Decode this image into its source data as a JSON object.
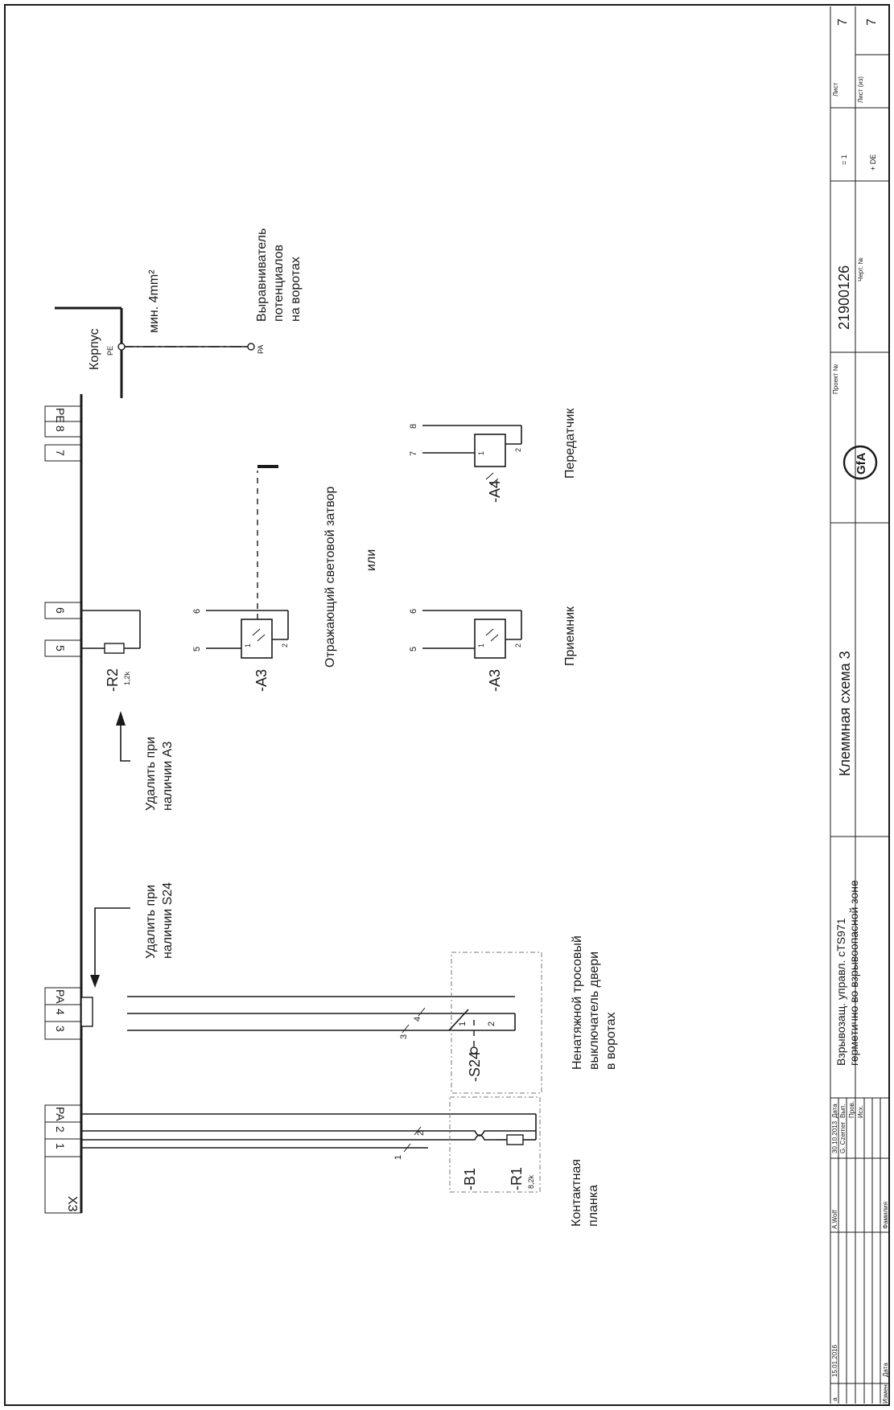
{
  "terminal_strip": {
    "name": "X3",
    "terminals": [
      "1",
      "2",
      "PA",
      "3",
      "4",
      "PA",
      "5",
      "6",
      "7",
      "8",
      "PE"
    ]
  },
  "devices": {
    "r1": {
      "ref": "-R1",
      "value": "8,2k"
    },
    "b1": {
      "ref": "-B1"
    },
    "s24": {
      "ref": "-S24"
    },
    "r2": {
      "ref": "-R2",
      "value": "1,2k"
    },
    "a3_reflect": {
      "ref": "-A3"
    },
    "a3_receiver": {
      "ref": "-A3"
    },
    "a4": {
      "ref": "-A4"
    }
  },
  "pin_labels": {
    "b1_pin1": "1",
    "b1_pin2": "2",
    "s24_pin3": "3",
    "s24_pin4": "4",
    "s24_c1": "1",
    "s24_c2": "2",
    "a3r_pin5": "5",
    "a3r_pin6": "6",
    "a3r_c1": "1",
    "a3r_c2": "2",
    "a3p_pin5": "5",
    "a3p_pin6": "6",
    "a3p_c1": "1",
    "a3p_c2": "2",
    "a4_pin7": "7",
    "a4_pin8": "8",
    "a4_c1": "1",
    "a4_c2": "2"
  },
  "labels": {
    "contact_strip": [
      "Контактная",
      "планка"
    ],
    "rope_switch": [
      "Ненатяжной тросовый",
      "выключатель двери",
      "в воротах"
    ],
    "remove_s24": [
      "Удалить при",
      "наличии S24"
    ],
    "remove_a3": [
      "Удалить при",
      "наличии A3"
    ],
    "reflect_barrier": "Отражающий световой затвор",
    "or": "или",
    "receiver": "Приемник",
    "transmitter": "Передатчик",
    "housing": "Корпус",
    "pe": "PE",
    "pa": "PA",
    "min_cross_section": "мин. 4mm²",
    "equalizer": [
      "Выравниватель",
      "потенциалов",
      "на воротах"
    ]
  },
  "title_block": {
    "drawing_title": "Клеммная схема 3",
    "description": [
      "Взрывозащ. управл. cTS971",
      "герметично во взрывоопасной зоне"
    ],
    "project_label": "Проект №",
    "project_number": "21900126",
    "drawing_no_label": "Черт. №",
    "function_code": "= 1",
    "location_code": "+ DE",
    "sheet_label": "Лист",
    "sheet_number": "7",
    "sheet_of_label": "Лист (из)",
    "sheet_total": "7",
    "logo": "GfA",
    "date_label": "Дата",
    "date_value": "30.10.2013",
    "drawn_label": "Вып.",
    "drawn_value": "G. Czerner",
    "checked_label": "Пров.",
    "standard_label": "Исх.",
    "revision": {
      "marker": "a",
      "date": "15.01.2016",
      "name": "A.Wolf"
    },
    "change_label": "Измен.",
    "rev_date_label": "Дата",
    "surname_label": "Фамилия"
  }
}
